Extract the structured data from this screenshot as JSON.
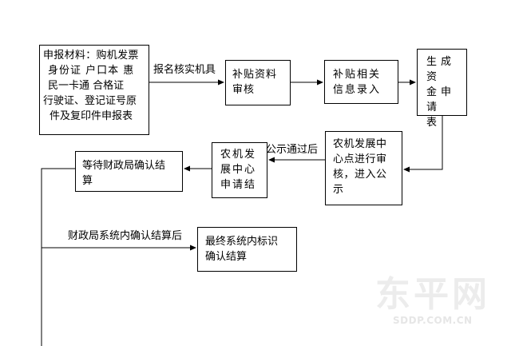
{
  "boxes": {
    "materials": {
      "lines": [
        "申报材料：购机发票",
        "身份证 户口本 惠",
        "民一卡通 合格证",
        "行驶证、登记证号原",
        "件及复印件申报表"
      ]
    },
    "review": {
      "lines": [
        "补贴资料",
        "审核"
      ]
    },
    "entry": {
      "lines": [
        "补贴相关",
        "信息录入"
      ]
    },
    "apply": {
      "lines": [
        "生成资",
        "金申请",
        "表"
      ]
    },
    "publicize": {
      "lines": [
        "农机发展中",
        "心点进行审",
        "核，进入公",
        "示"
      ]
    },
    "settle_apply": {
      "lines": [
        "农机发",
        "展中心",
        "申请结"
      ]
    },
    "await": {
      "lines": [
        "等待财政局确认结",
        "算"
      ]
    },
    "final": {
      "lines": [
        "最终系统内标识",
        "确认结算"
      ]
    }
  },
  "labels": {
    "verify": "报名核实机具",
    "publicized": "公示通过后",
    "finance_confirmed": "财政局系统内确认结算后"
  },
  "watermark": {
    "chinese": "东平网",
    "english": "SDDP.COM.CN"
  },
  "colors": {
    "line": "#000000",
    "watermark": "#ececec"
  }
}
